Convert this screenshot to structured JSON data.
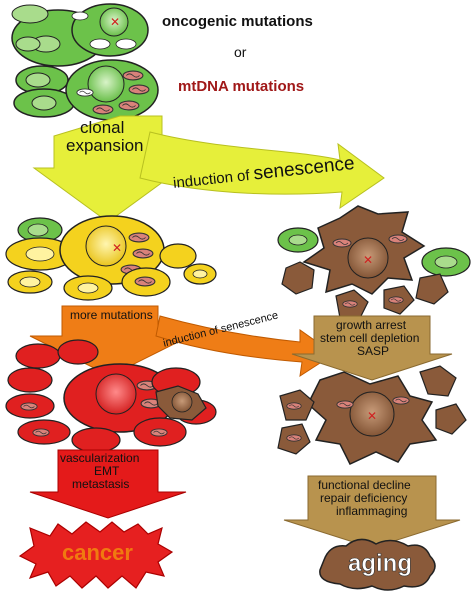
{
  "labels": {
    "oncogenic": "oncogenic mutations",
    "or": "or",
    "mtdna": "mtDNA mutations",
    "clonal_line1": "clonal",
    "clonal_line2": "expansion",
    "induction_top_a": "induction of ",
    "induction_top_b": "senescence",
    "more_mutations": "more mutations",
    "induction_mid": "induction of senescence",
    "growth_arrest": "growth arrest",
    "stem_cell": "stem cell depletion",
    "sasp": "SASP",
    "vascularization": "vascularization",
    "emt": "EMT",
    "metastasis": "metastasis",
    "functional_decline": "functional decline",
    "repair_deficiency": "repair deficiency",
    "inflammaging": "inflammaging",
    "cancer": "cancer",
    "aging": "aging"
  },
  "colors": {
    "green_cell": "#6cc24a",
    "green_light": "#a9dc8c",
    "yellow_cell": "#f4d21e",
    "red_cell": "#e02020",
    "brown_cell": "#8a5a3a",
    "mito": "#c0706a",
    "yellow_arrow": "#e6ef3a",
    "orange_arrow": "#ef7d16",
    "red_arrow": "#e41a1a",
    "tan_arrow": "#b8934e",
    "cancer_fill": "#e62020",
    "aging_fill": "#8a5a3a"
  }
}
